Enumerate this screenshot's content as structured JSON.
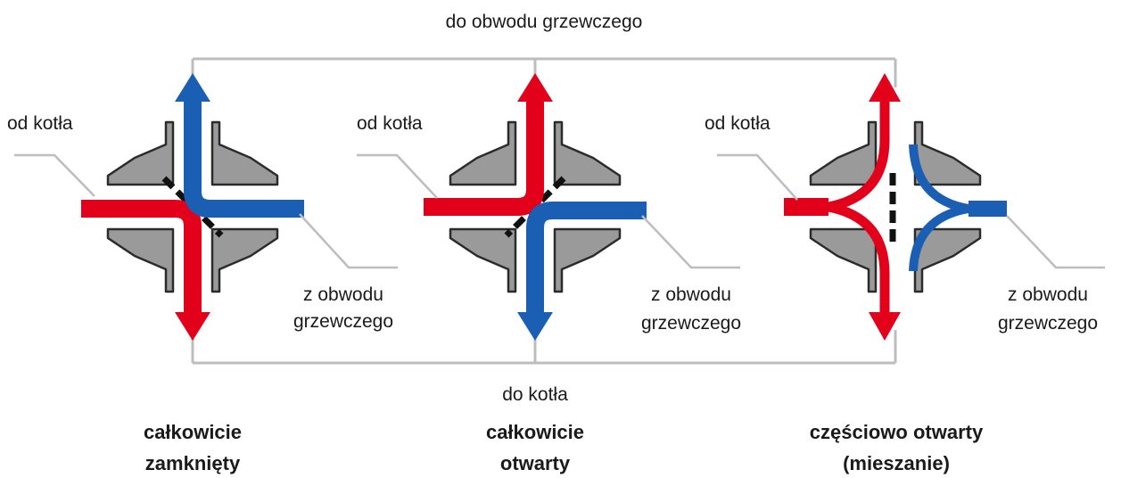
{
  "diagram": {
    "top_label": "do obwodu grzewczego",
    "bottom_label": "do kotła",
    "colors": {
      "hot": "#e3001b",
      "cold": "#1a5fb4",
      "housing": "#9a9a9a",
      "outline": "#2b2b2b",
      "pipe": "#bdbdbd",
      "plate": "#111111"
    },
    "valves": [
      {
        "left_label": "od kotła",
        "right_label_1": "z obwodu",
        "right_label_2": "grzewczego",
        "caption_1": "całkowicie",
        "caption_2": "zamknięty",
        "state": "closed"
      },
      {
        "left_label": "od kotła",
        "right_label_1": "z obwodu",
        "right_label_2": "grzewczego",
        "caption_1": "całkowicie",
        "caption_2": "otwarty",
        "state": "open"
      },
      {
        "left_label": "od kotła",
        "right_label_1": "z obwodu",
        "right_label_2": "grzewczego",
        "caption_1": "częściowo otwarty",
        "caption_2": "(mieszanie)",
        "state": "mixing"
      }
    ]
  }
}
